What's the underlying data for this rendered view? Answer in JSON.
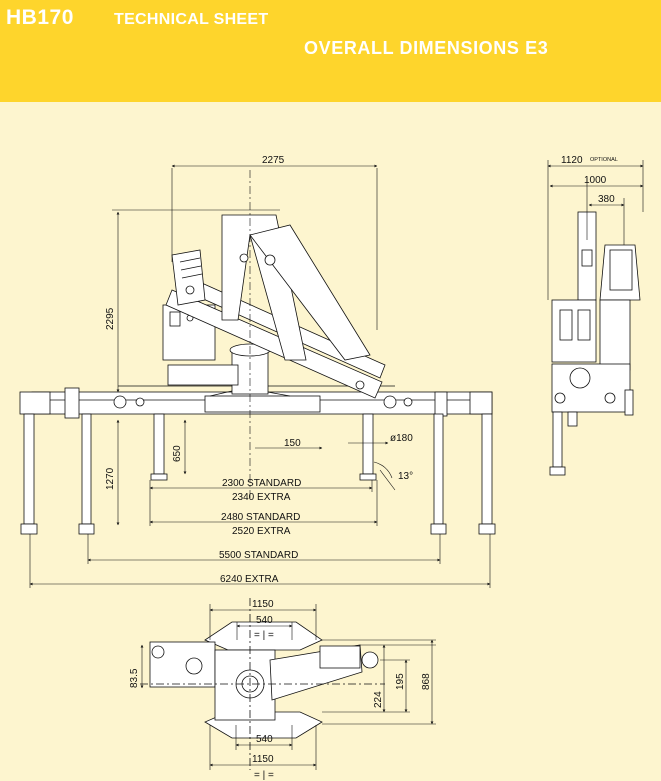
{
  "header": {
    "model": "HB170",
    "title_suffix": "TECHNICAL SHEET",
    "subtitle": "OVERALL DIMENSIONS  E3",
    "background": "#fed52c"
  },
  "side_view": {
    "width_top": "2275",
    "height_boom": "2295",
    "height_650": "650",
    "height_1270": "1270",
    "offset_150": "150",
    "diameter": "ø180",
    "angle": "13°",
    "span_2300": "2300  STANDARD",
    "span_2340": "2340 EXTRA",
    "span_2480": "2480  STANDARD",
    "span_2520": "2520 EXTRA",
    "span_5500": "5500  STANDARD",
    "span_6240": "6240  EXTRA"
  },
  "end_view": {
    "width_1120": "1120",
    "optional": "OPTIONAL",
    "width_1000": "1000",
    "width_380": "380"
  },
  "top_view": {
    "w_1150_top": "1150",
    "w_540_top": "540",
    "eq_top": "= | =",
    "h_835": "83.5",
    "h_224": "224",
    "h_195": "195",
    "h_868": "868",
    "w_540_bottom": "540",
    "w_1150_bottom": "1150",
    "eq_bottom": "= | ="
  }
}
